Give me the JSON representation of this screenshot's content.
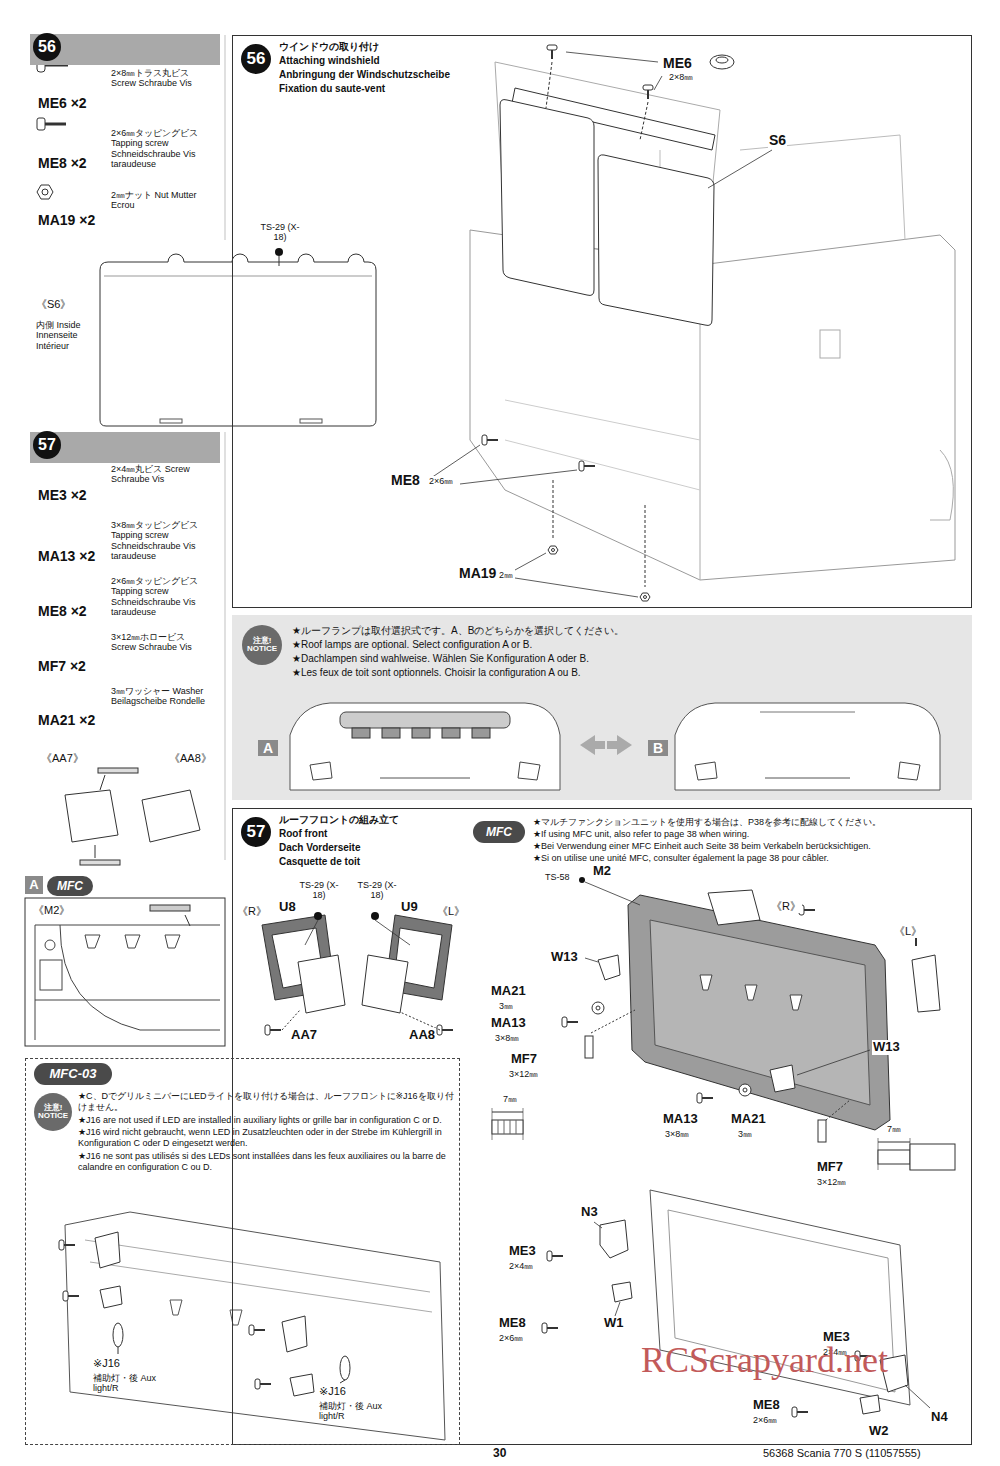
{
  "diagram": {
    "nodes": [
      {
        "text": [
          "56"
        ]
      },
      {
        "text": [
          "56",
          "ウインドウの取り付け",
          "Attaching windshield",
          "Anbringung der Windschutzscheibe",
          "Fixation du saute-vent"
        ]
      },
      {
        "text": [
          "注意! NOTICE",
          "★ルーフランプは取付選択式です。A、Bのどちらかを選択してください。",
          "★Roof lamps are optional. Select configuration A or B.",
          "★Dachlampen sind wahlweise. Wählen Sie Konfiguration A oder B.",
          "★Les feux de toit sont optionnels. Choisir la configuration A ou B."
        ]
      },
      {
        "text": [
          "57"
        ]
      },
      {
        "text": [
          "57",
          "ルーフフロントの組み立て",
          "Roof front",
          "Dach Vorderseite",
          "Casquette de toit"
        ]
      },
      {
        "text": [
          "MFC",
          "★マルチファンクションユニットを使用する場合は、P38を参考に配線してください。",
          "★If using MFC unit, also refer to page 38 when wiring.",
          "★Bei Verwendung einer MFC Einheit auch Seite 38 beim Verkabeln berücksichtigen.",
          "★Si on utilise une unité MFC, consulter également la page 38 pour câbler."
        ],
        "in": 4
      },
      {
        "text": [
          "MFC-03",
          "注意! NOTICE",
          "★C、DでグリルミニバーにLEDライトを取り付ける場合は、ルーフフロントに※J16を取り付けません。",
          "★J16 are not used if LED are installed in auxiliary lights or grille bar in configuration C or D.",
          "★J16 wird nicht gebraucht, wenn LED in Zusatzleuchten oder in der Strebe im Kühlergrill in Konfiguration C oder D eingesetzt werden.",
          "★J16 ne sont pas utilisés si des LEDs sont installées dans les feux auxiliaires ou la barre de calandre en configuration C ou D."
        ]
      },
      {
        "text": [
          "A",
          "MFC",
          "《M2》"
        ]
      }
    ],
    "labels": [
      "ME6 ×2",
      "2×8㎜トラス丸ビス Screw Schraube Vis",
      "ME8 ×2",
      "2×6㎜タッピングビス Tapping screw Schneidschraube Vis taraudeuse",
      "MA19 ×2",
      "2㎜ナット Nut Mutter Ecrou",
      "TS-29 (X-18)",
      "《S6》",
      "内側 Inside Innenseite Intérieur",
      "ME6",
      "2×8㎜",
      "S6",
      "ME8",
      "2×6㎜",
      "MA19",
      "2㎜",
      "A",
      "B",
      "ME3 ×2",
      "2×4㎜丸ビス Screw Schraube Vis",
      "MA13 ×2",
      "3×8㎜タッピングビス Tapping screw Schneidschraube Vis taraudeuse",
      "ME8 ×2",
      "2×6㎜タッピングビス Tapping screw Schneidschraube Vis taraudeuse",
      "MF7 ×2",
      "3×12㎜ホロービス Screw Schraube Vis",
      "MA21 ×2",
      "3㎜ワッシャー Washer Beilagscheibe Rondelle",
      "《AA7》",
      "《AA8》",
      "《R》",
      "U8",
      "TS-29 (X-18)",
      "TS-29 (X-18)",
      "U9",
      "《L》",
      "AA7",
      "AA8",
      "TS-58",
      "M2",
      "《R》",
      "《L》",
      "W13",
      "MA21",
      "3㎜",
      "MA13",
      "3×8㎜",
      "MF7",
      "3×12㎜",
      "7㎜",
      "MA13",
      "3×8㎜",
      "MA21",
      "3㎜",
      "W13",
      "MF7",
      "3×12㎜",
      "7㎜",
      "N3",
      "ME3",
      "2×4㎜",
      "ME8",
      "2×6㎜",
      "W1",
      "ME3",
      "2×4㎜",
      "N4",
      "ME8",
      "2×6㎜",
      "W2",
      "※J16",
      "補助灯・後 Aux light/R",
      "※J16",
      "補助灯・後 Aux light/R",
      "30",
      "56368 Scania 770 S (11057555)",
      "RCScrapyard.net"
    ]
  }
}
